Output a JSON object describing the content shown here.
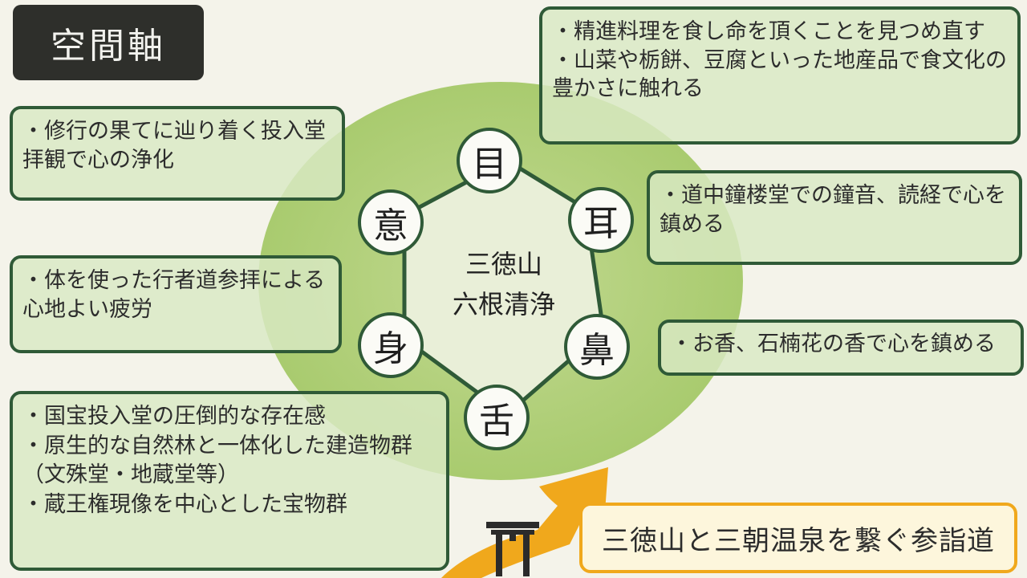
{
  "header": {
    "title": "空間軸"
  },
  "center": {
    "line1": "三徳山",
    "line2": "六根清浄"
  },
  "senses": {
    "eye": "目",
    "ear": "耳",
    "nose": "鼻",
    "tongue": "舌",
    "body": "身",
    "mind": "意"
  },
  "boxes": {
    "mind_box": [
      "・修行の果てに辿り着く投入堂",
      "拝観で心の浄化"
    ],
    "body_box": [
      "・体を使った行者道参拝による",
      "心地よい疲労"
    ],
    "body_bottom_box": [
      "・国宝投入堂の圧倒的な存在感",
      "・原生的な自然林と一体化した建造物群",
      "（文殊堂・地蔵堂等）",
      "・蔵王権現像を中心とした宝物群"
    ],
    "eye_box": [
      "・精進料理を食し命を頂くことを見つめ直す",
      "・山菜や栃餅、豆腐といった地産品で食文化の",
      "豊かさに触れる"
    ],
    "ear_box": [
      "・道中鐘楼堂での鐘音、読経で心を",
      "鎮める"
    ],
    "nose_box": [
      "・お香、石楠花の香で心を鎮める"
    ]
  },
  "route": {
    "label": "三徳山と三朝温泉を繋ぐ参詣道"
  },
  "icons": {
    "torii": "torii-gate-icon"
  },
  "colors": {
    "dark_green": "#2f5a37",
    "light_green": "#a9cb6f",
    "orange": "#f0a81c"
  }
}
